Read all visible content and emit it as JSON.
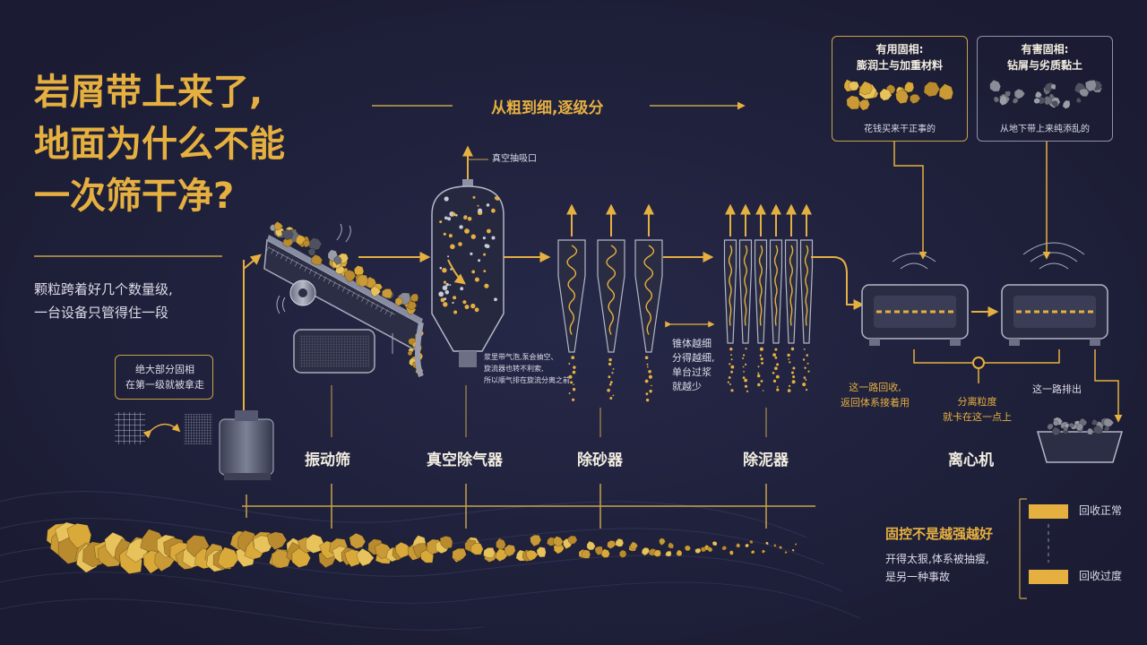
{
  "title_lines": [
    "岩屑带上来了,",
    "地面为什么不能",
    "一次筛干净?"
  ],
  "intro_lines": [
    "颗粒跨着好几个数量级,",
    "一台设备只管得住一段"
  ],
  "flow_label": "从粗到细,逐级分",
  "callouts": {
    "first_stage": [
      "绝大部分固相",
      "在第一级就被拿走"
    ],
    "vacuum_port": "真空抽吸口",
    "degasser_note": [
      "浆里带气泡,泵会抽空、",
      "旋流器也转不利索,",
      "所以顺气排在旋流分离之前"
    ],
    "cone_note": [
      "锥体越细",
      "分得越细,",
      "单台过浆",
      "就越少"
    ],
    "centrifuge_return": [
      "这一路回收,",
      "返回体系接着用"
    ],
    "cut_point": [
      "分离粒度",
      "就卡在这一点上"
    ],
    "centrifuge_discharge": "这一路排出"
  },
  "equipment": {
    "shaker": "振动筛",
    "degasser": "真空除气器",
    "desander": "除砂器",
    "desilter": "除泥器",
    "centrifuge": "离心机"
  },
  "solids_panels": {
    "useful": {
      "heading": "有用固相:",
      "name": "膨润土与加重材料",
      "note": "花钱买来干正事的"
    },
    "harmful": {
      "heading": "有害固相:",
      "name": "钻屑与劣质黏土",
      "note": "从地下带上来纯添乱的"
    }
  },
  "control": {
    "heading": "固控不是越强越好",
    "body": [
      "开得太狠,体系被抽瘦,",
      "是另一种事故"
    ],
    "legend": [
      "回收正常",
      "回收过度"
    ]
  },
  "colors": {
    "background": "#1b1c33",
    "accent": "#e6b040",
    "line": "#c9a24a",
    "text": "#f2ede0",
    "metal": "#8e92a6",
    "rock_dark": "#5b5d66"
  }
}
